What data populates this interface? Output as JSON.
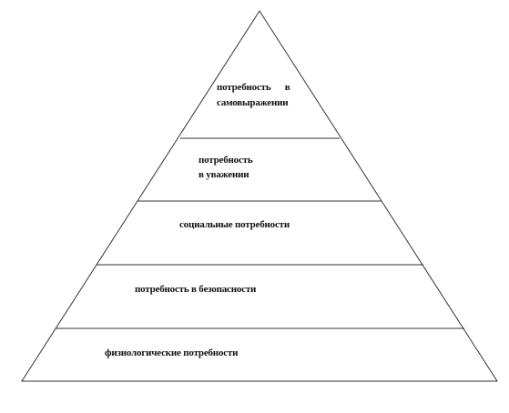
{
  "diagram": {
    "type": "pyramid",
    "stroke_color": "#333333",
    "text_color": "#111111",
    "levels": [
      {
        "id": "self-expression",
        "lines": [
          "потребность      в",
          "самовыражении"
        ]
      },
      {
        "id": "respect",
        "lines": [
          "потребность",
          "в уважении"
        ]
      },
      {
        "id": "social",
        "lines": [
          "социальные потребности"
        ]
      },
      {
        "id": "safety",
        "lines": [
          "потребность в безопасности"
        ]
      },
      {
        "id": "physiological",
        "lines": [
          "физиологические потребности"
        ]
      }
    ]
  }
}
